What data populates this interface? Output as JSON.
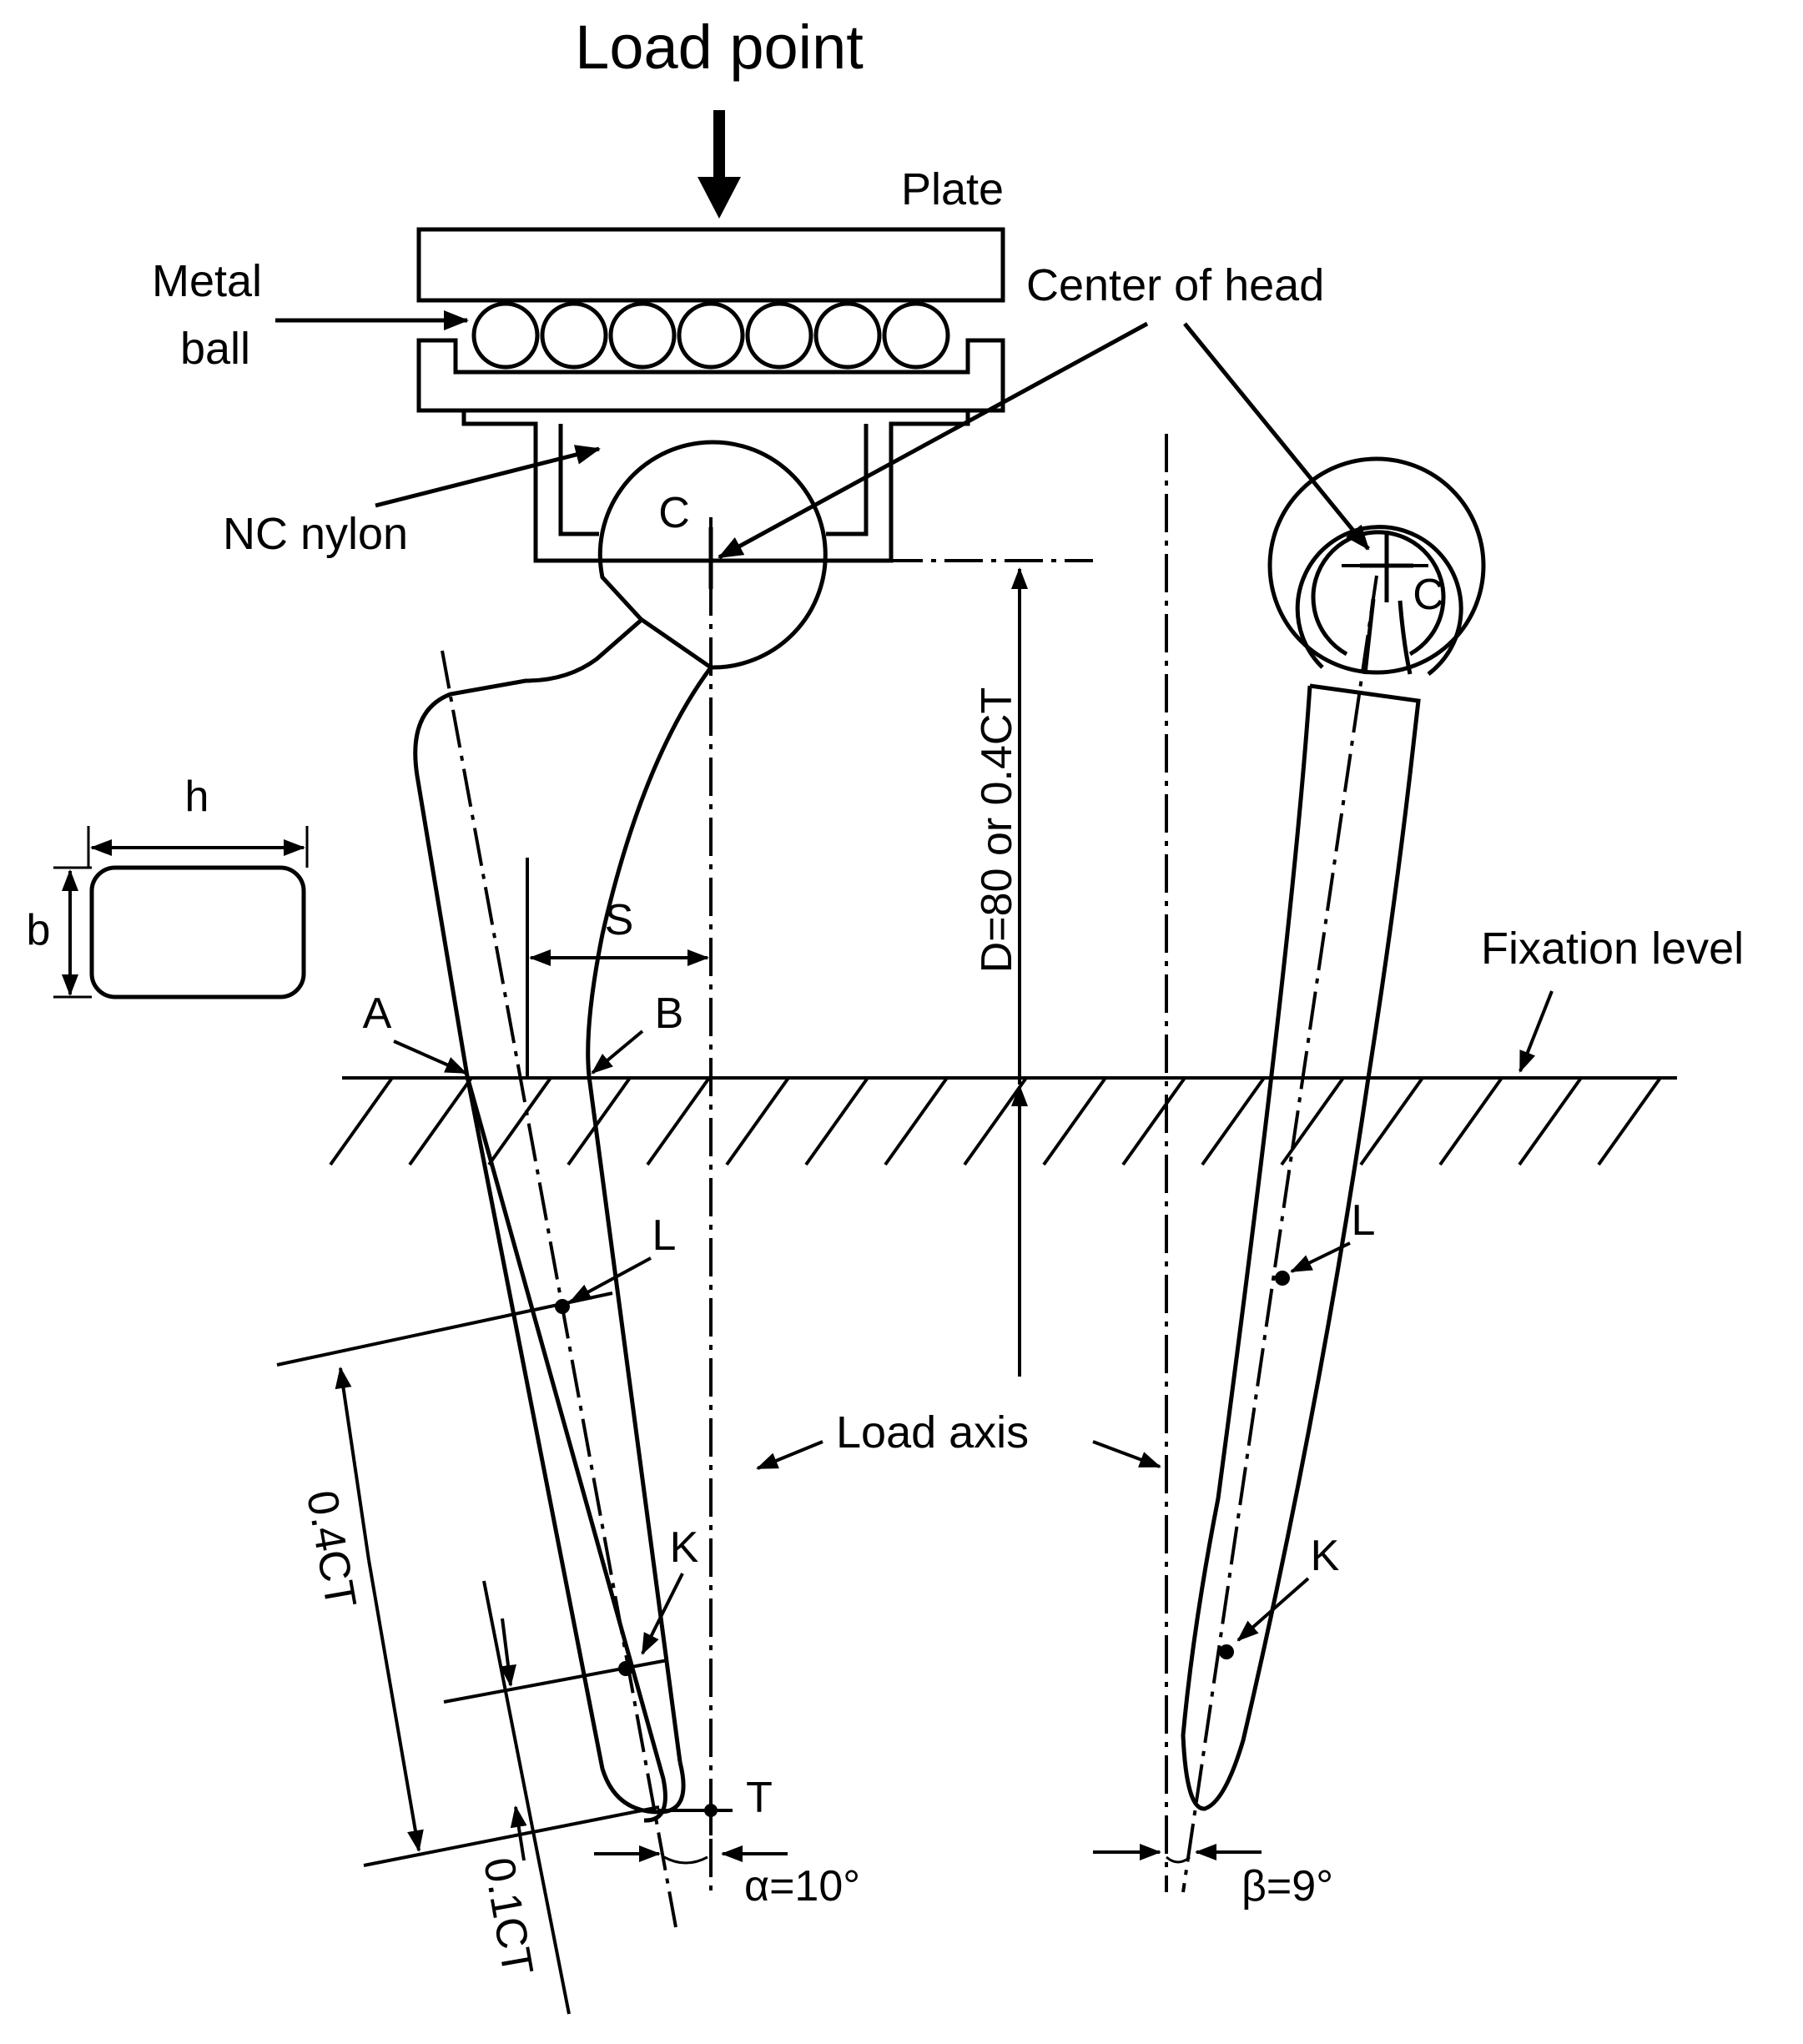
{
  "labels": {
    "load_point": "Load point",
    "plate": "Plate",
    "metal_ball_line1": "Metal",
    "metal_ball_line2": "ball",
    "center_of_head": "Center of head",
    "nc_nylon": "NC nylon",
    "c_left": "C",
    "c_right": "C",
    "h": "h",
    "b": "b",
    "s": "S",
    "d_dimension": "D=80 or 0.4CT",
    "fixation_level": "Fixation level",
    "a": "A",
    "b_point": "B",
    "l_left": "L",
    "l_right": "L",
    "load_axis": "Load axis",
    "k_left": "K",
    "k_right": "K",
    "dim_04ct": "0.4CT",
    "t": "T",
    "alpha": "α=10°",
    "dim_01ct": "0.1CT",
    "beta": "β=9°"
  }
}
